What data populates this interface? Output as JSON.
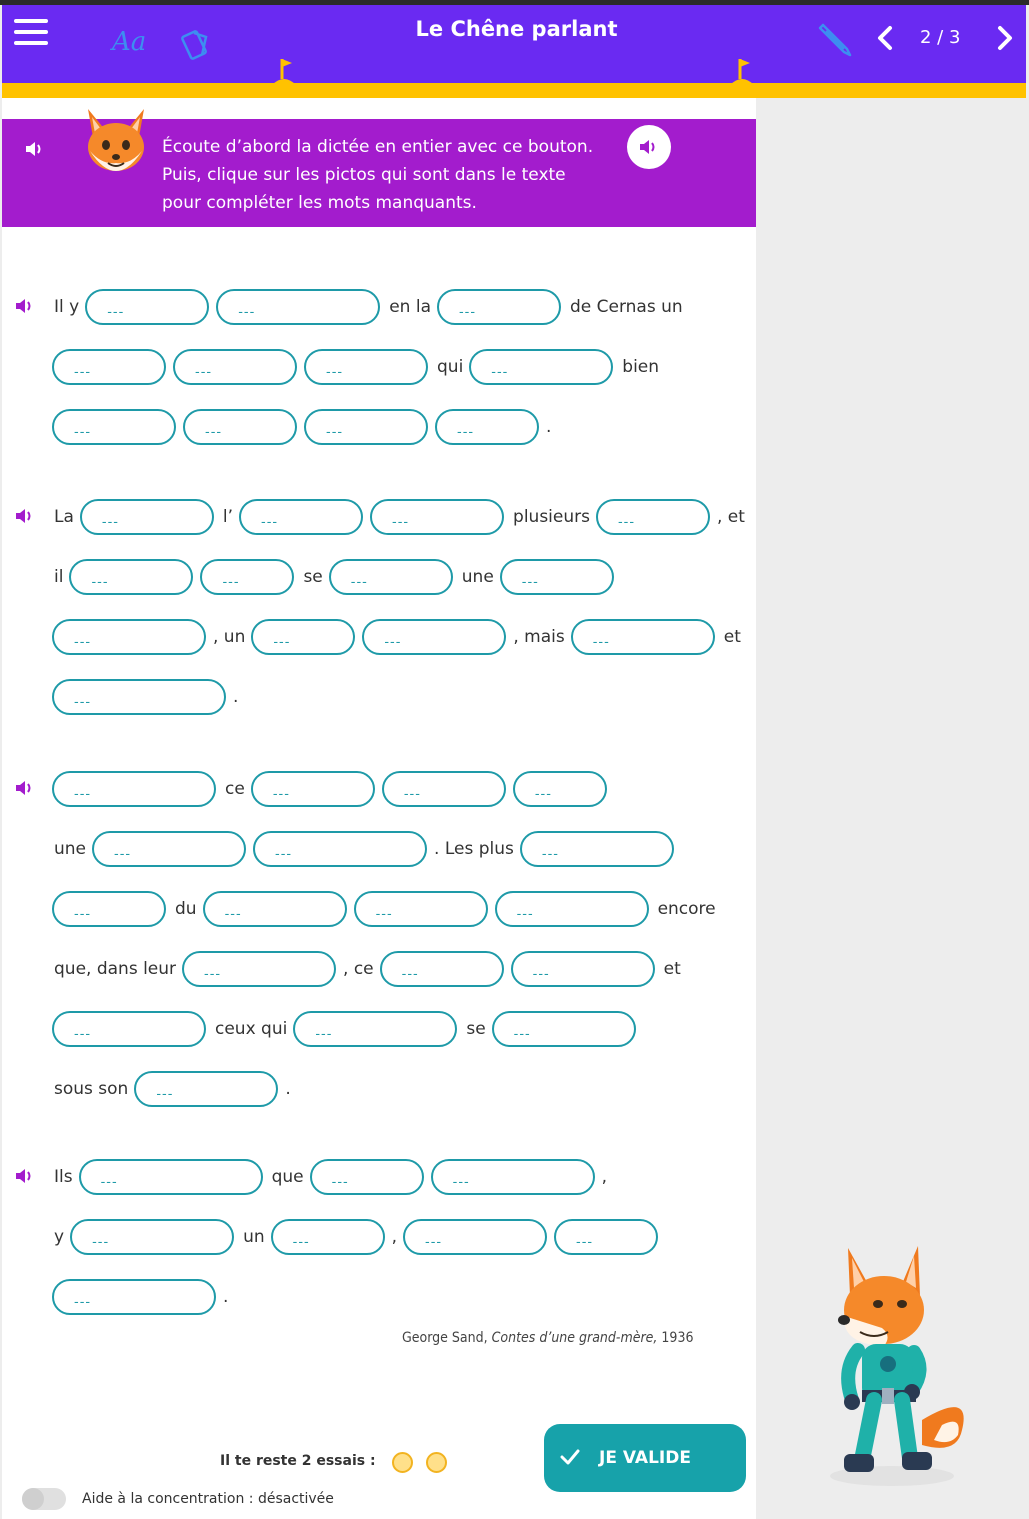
{
  "header": {
    "title": "Le Chêne parlant",
    "page_counter": "2 / 3",
    "accent_color": "#6a2af2",
    "underline_color": "#ffc200"
  },
  "instructions": {
    "line1": "Écoute d’abord la dictée en entier avec ce bouton.",
    "line2": "Puis, clique sur les pictos qui sont dans le texte",
    "line3": "pour compléter les mots manquants."
  },
  "placeholder": "---",
  "paragraphs": [
    {
      "lines": [
        [
          {
            "t": "w",
            "v": "Il y"
          },
          {
            "t": "b",
            "w": 124
          },
          {
            "t": "b",
            "w": 164
          },
          {
            "t": "w",
            "v": "en la"
          },
          {
            "t": "b",
            "w": 124
          },
          {
            "t": "w",
            "v": "de Cernas un"
          }
        ],
        [
          {
            "t": "b",
            "w": 114
          },
          {
            "t": "b",
            "w": 124
          },
          {
            "t": "b",
            "w": 124
          },
          {
            "t": "w",
            "v": "qui"
          },
          {
            "t": "b",
            "w": 144
          },
          {
            "t": "w",
            "v": "bien"
          }
        ],
        [
          {
            "t": "b",
            "w": 124
          },
          {
            "t": "b",
            "w": 114
          },
          {
            "t": "b",
            "w": 124
          },
          {
            "t": "b",
            "w": 104
          },
          {
            "t": "p",
            "v": "."
          }
        ]
      ]
    },
    {
      "lines": [
        [
          {
            "t": "w",
            "v": "La"
          },
          {
            "t": "b",
            "w": 134
          },
          {
            "t": "w",
            "v": "l’"
          },
          {
            "t": "b",
            "w": 124
          },
          {
            "t": "b",
            "w": 134
          },
          {
            "t": "w",
            "v": "plusieurs"
          },
          {
            "t": "b",
            "w": 114
          },
          {
            "t": "p",
            "v": ", et"
          }
        ],
        [
          {
            "t": "w",
            "v": "il"
          },
          {
            "t": "b",
            "w": 124
          },
          {
            "t": "b",
            "w": 94
          },
          {
            "t": "w",
            "v": "se"
          },
          {
            "t": "b",
            "w": 124
          },
          {
            "t": "w",
            "v": "une"
          },
          {
            "t": "b",
            "w": 114
          }
        ],
        [
          {
            "t": "b",
            "w": 154
          },
          {
            "t": "p",
            "v": ", un"
          },
          {
            "t": "b",
            "w": 104
          },
          {
            "t": "b",
            "w": 144
          },
          {
            "t": "p",
            "v": ", mais"
          },
          {
            "t": "b",
            "w": 144
          },
          {
            "t": "w",
            "v": "et"
          }
        ],
        [
          {
            "t": "b",
            "w": 174
          },
          {
            "t": "p",
            "v": "."
          }
        ]
      ]
    },
    {
      "lines": [
        [
          {
            "t": "b",
            "w": 164
          },
          {
            "t": "w",
            "v": "ce"
          },
          {
            "t": "b",
            "w": 124
          },
          {
            "t": "b",
            "w": 124
          },
          {
            "t": "b",
            "w": 94
          }
        ],
        [
          {
            "t": "w",
            "v": "une"
          },
          {
            "t": "b",
            "w": 154
          },
          {
            "t": "b",
            "w": 174
          },
          {
            "t": "p",
            "v": ". Les plus"
          },
          {
            "t": "b",
            "w": 154
          }
        ],
        [
          {
            "t": "b",
            "w": 114
          },
          {
            "t": "w",
            "v": "du"
          },
          {
            "t": "b",
            "w": 144
          },
          {
            "t": "b",
            "w": 134
          },
          {
            "t": "b",
            "w": 154
          },
          {
            "t": "w",
            "v": "encore"
          }
        ],
        [
          {
            "t": "w",
            "v": "que, dans leur"
          },
          {
            "t": "b",
            "w": 154
          },
          {
            "t": "p",
            "v": ", ce"
          },
          {
            "t": "b",
            "w": 124
          },
          {
            "t": "b",
            "w": 144
          },
          {
            "t": "w",
            "v": "et"
          }
        ],
        [
          {
            "t": "b",
            "w": 154
          },
          {
            "t": "w",
            "v": "ceux qui"
          },
          {
            "t": "b",
            "w": 164
          },
          {
            "t": "w",
            "v": "se"
          },
          {
            "t": "b",
            "w": 144
          }
        ],
        [
          {
            "t": "w",
            "v": "sous son"
          },
          {
            "t": "b",
            "w": 144
          },
          {
            "t": "p",
            "v": "."
          }
        ]
      ]
    },
    {
      "lines": [
        [
          {
            "t": "w",
            "v": "Ils"
          },
          {
            "t": "b",
            "w": 184
          },
          {
            "t": "w",
            "v": "que"
          },
          {
            "t": "b",
            "w": 114
          },
          {
            "t": "b",
            "w": 164
          },
          {
            "t": "p",
            "v": ","
          }
        ],
        [
          {
            "t": "w",
            "v": "y"
          },
          {
            "t": "b",
            "w": 164
          },
          {
            "t": "w",
            "v": "un"
          },
          {
            "t": "b",
            "w": 114
          },
          {
            "t": "p",
            "v": ","
          },
          {
            "t": "b",
            "w": 144
          },
          {
            "t": "b",
            "w": 104
          }
        ],
        [
          {
            "t": "b",
            "w": 164
          },
          {
            "t": "p",
            "v": "."
          }
        ]
      ]
    }
  ],
  "citation": {
    "author": "George Sand,",
    "work": "Contes d’une grand-mère,",
    "year": "1936"
  },
  "footer": {
    "tries_label": "Il te reste 2 essais :",
    "validate_label": "JE VALIDE",
    "concentration_label": "Aide à la concentration : désactivée"
  }
}
